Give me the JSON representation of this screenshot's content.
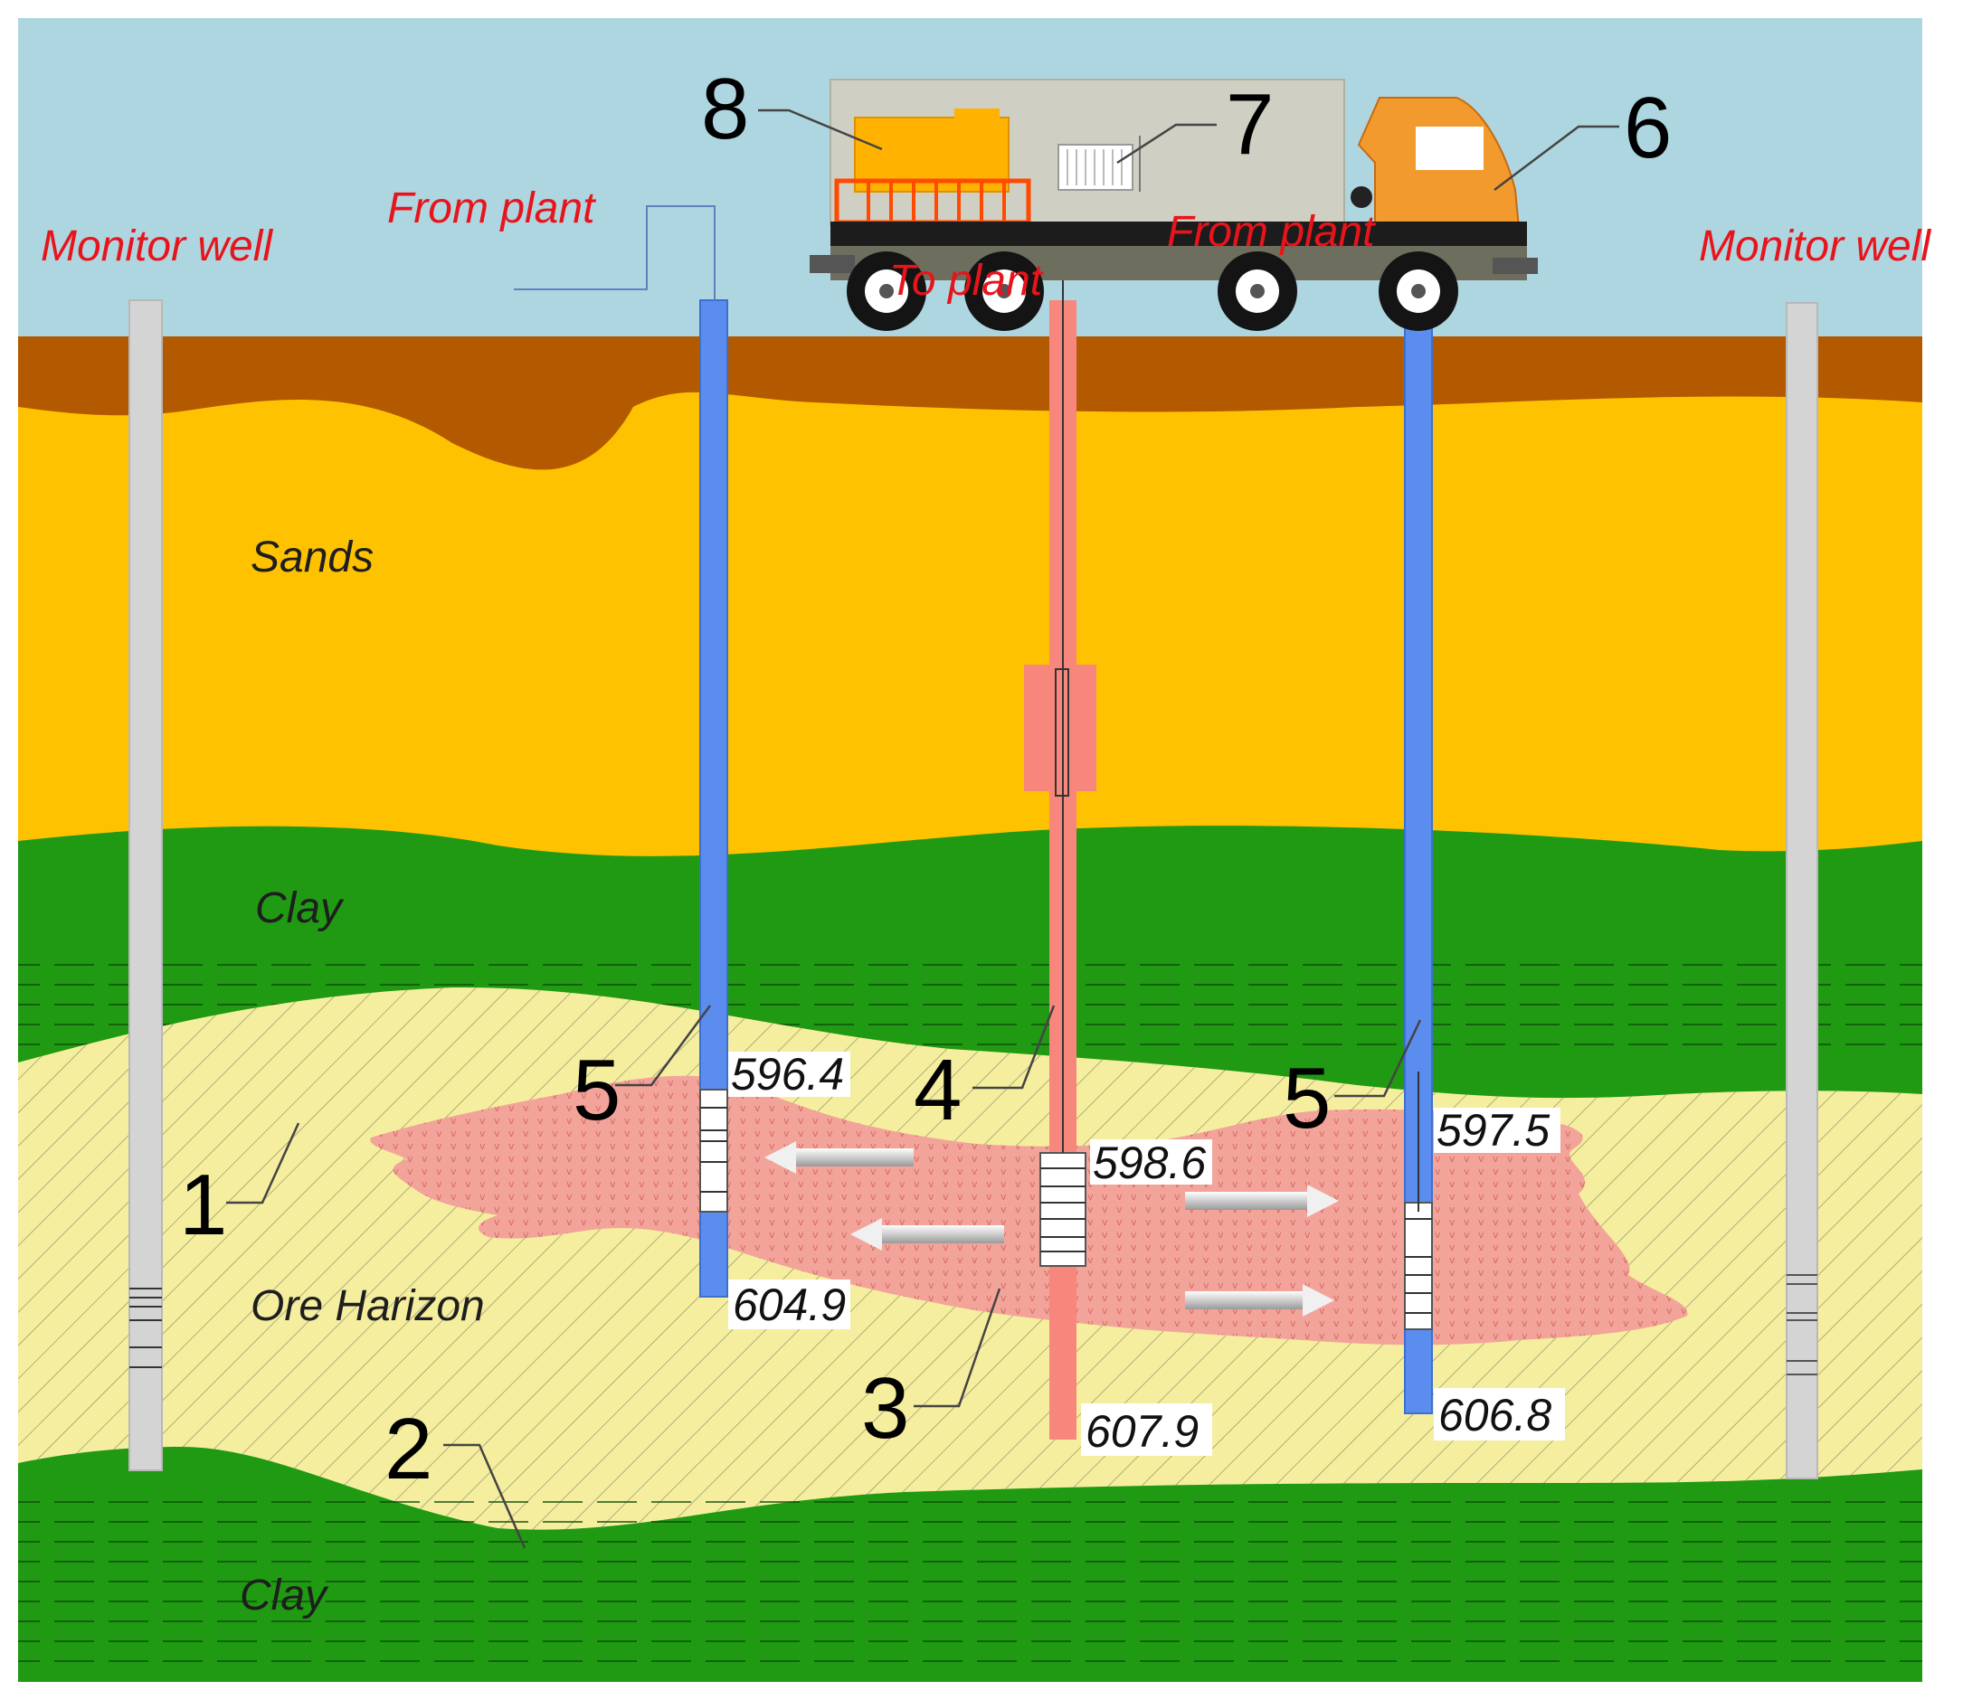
{
  "labels": {
    "monitor_well_left": "Monitor well",
    "monitor_well_right": "Monitor well",
    "from_plant_left": "From plant",
    "from_plant_truck": "From plant",
    "to_plant": "To plant",
    "sands": "Sands",
    "clay_upper": "Clay",
    "clay_lower": "Clay",
    "ore_horizon": "Ore Harizon"
  },
  "numbers": {
    "n1": "1",
    "n2": "2",
    "n3": "3",
    "n4": "4",
    "n5_left": "5",
    "n5_right": "5",
    "n6": "6",
    "n7": "7",
    "n8": "8"
  },
  "depths": {
    "left_top": "596.4",
    "left_bottom": "604.9",
    "center_top": "598.6",
    "center_bottom": "607.9",
    "right_top": "597.5",
    "right_bottom": "606.8"
  },
  "colors": {
    "sky": "#aed6e0",
    "soil": "#b35a00",
    "sands": "#ffc200",
    "clay": "#1f9a12",
    "ore_horizon": "#f5ee9f",
    "ore_body": "#f2a49a",
    "injection_well": "#5b8def",
    "production_well": "#f7877c",
    "monitor_well": "#d4d4d4",
    "label_red": "#e8141c"
  }
}
